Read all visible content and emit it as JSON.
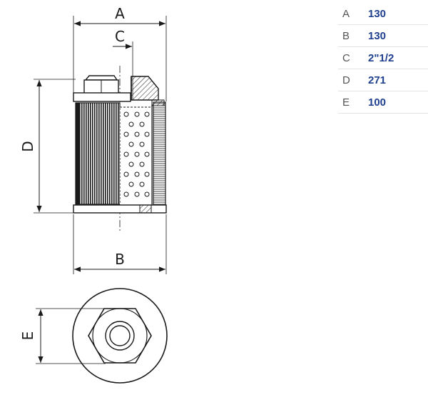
{
  "drawing": {
    "labels": {
      "A": "A",
      "B": "B",
      "C": "C",
      "D": "D",
      "E": "E"
    }
  },
  "specs": [
    {
      "key": "A",
      "value": "130"
    },
    {
      "key": "B",
      "value": "130"
    },
    {
      "key": "C",
      "value": "2\"1/2"
    },
    {
      "key": "D",
      "value": "271"
    },
    {
      "key": "E",
      "value": "100"
    }
  ],
  "colors": {
    "value_text": "#1f3f8f",
    "line": "#1a1a1a"
  }
}
